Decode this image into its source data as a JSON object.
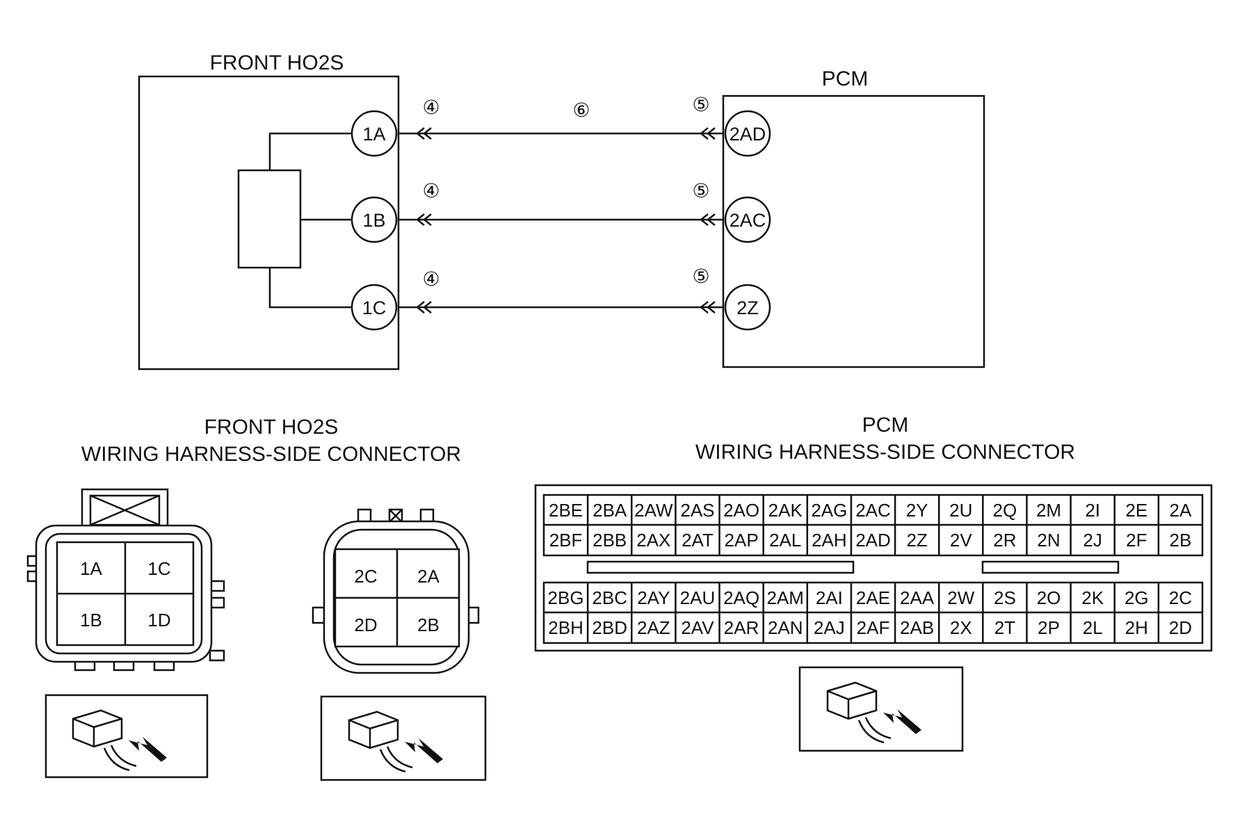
{
  "titles": {
    "sensor": "FRONT HO2S",
    "pcm": "PCM",
    "sensor_connector_line1": "FRONT HO2S",
    "sensor_connector_line2": "WIRING HARNESS-SIDE CONNECTOR",
    "pcm_connector_line1": "PCM",
    "pcm_connector_line2": "WIRING HARNESS-SIDE CONNECTOR"
  },
  "sensor_pins": [
    "1A",
    "1B",
    "1C"
  ],
  "pcm_pins": [
    "2AD",
    "2AC",
    "2Z"
  ],
  "callouts": {
    "sensor_side": "④",
    "pcm_side": "⑤",
    "wire": "⑥"
  },
  "sensor_connector_a": [
    "1A",
    "1C",
    "1B",
    "1D"
  ],
  "sensor_connector_b": [
    "2C",
    "2A",
    "2D",
    "2B"
  ],
  "pcm_connector": {
    "row1": [
      "2BE",
      "2BA",
      "2AW",
      "2AS",
      "2AO",
      "2AK",
      "2AG",
      "2AC",
      "2Y",
      "2U",
      "2Q",
      "2M",
      "2I",
      "2E",
      "2A"
    ],
    "row2": [
      "2BF",
      "2BB",
      "2AX",
      "2AT",
      "2AP",
      "2AL",
      "2AH",
      "2AD",
      "2Z",
      "2V",
      "2R",
      "2N",
      "2J",
      "2F",
      "2B"
    ],
    "row3": [
      "2BG",
      "2BC",
      "2AY",
      "2AU",
      "2AQ",
      "2AM",
      "2AI",
      "2AE",
      "2AA",
      "2W",
      "2S",
      "2O",
      "2K",
      "2G",
      "2C"
    ],
    "row4": [
      "2BH",
      "2BD",
      "2AZ",
      "2AV",
      "2AR",
      "2AN",
      "2AJ",
      "2AF",
      "2AB",
      "2X",
      "2T",
      "2P",
      "2L",
      "2H",
      "2D"
    ]
  }
}
